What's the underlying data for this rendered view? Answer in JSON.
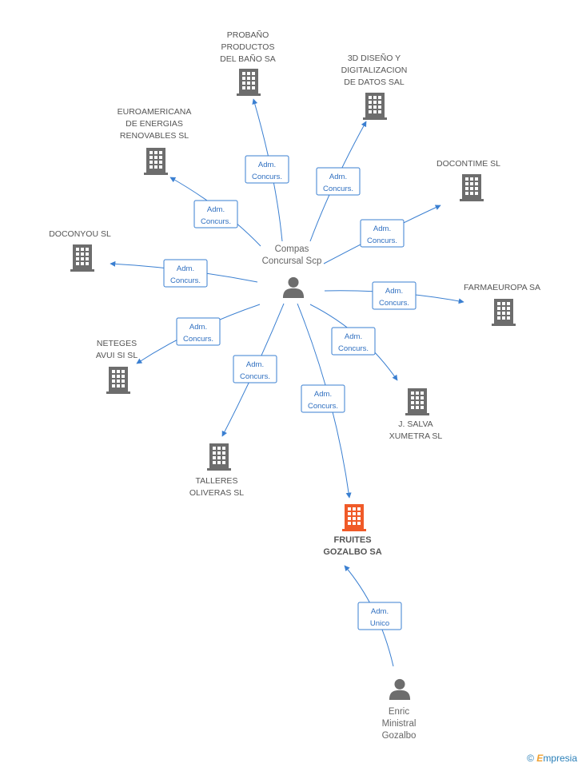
{
  "companies": [
    {
      "id": "probano",
      "lines": [
        "PROBAÑO",
        "PRODUCTOS",
        "DEL BAÑO SA"
      ],
      "highlight": false
    },
    {
      "id": "3d",
      "lines": [
        "3D DISEÑO Y",
        "DIGITALIZACION",
        "DE DATOS SAL"
      ],
      "highlight": false
    },
    {
      "id": "euro",
      "lines": [
        "EUROAMERICANA",
        "DE ENERGIAS",
        "RENOVABLES SL"
      ],
      "highlight": false
    },
    {
      "id": "docontime",
      "lines": [
        "DOCONTIME SL"
      ],
      "highlight": false
    },
    {
      "id": "doconyou",
      "lines": [
        "DOCONYOU SL"
      ],
      "highlight": false
    },
    {
      "id": "farmaeuropa",
      "lines": [
        "FARMAEUROPA SA"
      ],
      "highlight": false
    },
    {
      "id": "neteges",
      "lines": [
        "NETEGES",
        "AVUI SI SL"
      ],
      "highlight": false
    },
    {
      "id": "salva",
      "lines": [
        "J. SALVA",
        "XUMETRA SL"
      ],
      "highlight": false
    },
    {
      "id": "talleres",
      "lines": [
        "TALLERES",
        "OLIVERAS SL"
      ],
      "highlight": false
    },
    {
      "id": "fruites",
      "lines": [
        "FRUITES",
        "GOZALBO SA"
      ],
      "highlight": true
    }
  ],
  "persons": [
    {
      "id": "compas",
      "lines": [
        "Compas",
        "Concursal Scp"
      ]
    },
    {
      "id": "enric",
      "lines": [
        "Enric",
        "Ministral",
        "Gozalbo"
      ]
    }
  ],
  "edges": [
    {
      "from": "compas",
      "to": "probano",
      "label": [
        "Adm.",
        "Concurs."
      ]
    },
    {
      "from": "compas",
      "to": "3d",
      "label": [
        "Adm.",
        "Concurs."
      ]
    },
    {
      "from": "compas",
      "to": "euro",
      "label": [
        "Adm.",
        "Concurs."
      ]
    },
    {
      "from": "compas",
      "to": "docontime",
      "label": [
        "Adm.",
        "Concurs."
      ]
    },
    {
      "from": "compas",
      "to": "doconyou",
      "label": [
        "Adm.",
        "Concurs."
      ]
    },
    {
      "from": "compas",
      "to": "farmaeuropa",
      "label": [
        "Adm.",
        "Concurs."
      ]
    },
    {
      "from": "compas",
      "to": "neteges",
      "label": [
        "Adm.",
        "Concurs."
      ]
    },
    {
      "from": "compas",
      "to": "salva",
      "label": [
        "Adm.",
        "Concurs."
      ]
    },
    {
      "from": "compas",
      "to": "talleres",
      "label": [
        "Adm.",
        "Concurs."
      ]
    },
    {
      "from": "compas",
      "to": "fruites",
      "label": [
        "Adm.",
        "Concurs."
      ]
    },
    {
      "from": "enric",
      "to": "fruites",
      "label": [
        "Adm.",
        "Unico"
      ]
    }
  ],
  "colors": {
    "building": "#6d6d6d",
    "highlight": "#f05a28",
    "person": "#6d6d6d",
    "edge": "#3a7fd1"
  },
  "footer": {
    "copyright": "©",
    "brand_initial": "E",
    "brand_rest": "mpresia"
  }
}
